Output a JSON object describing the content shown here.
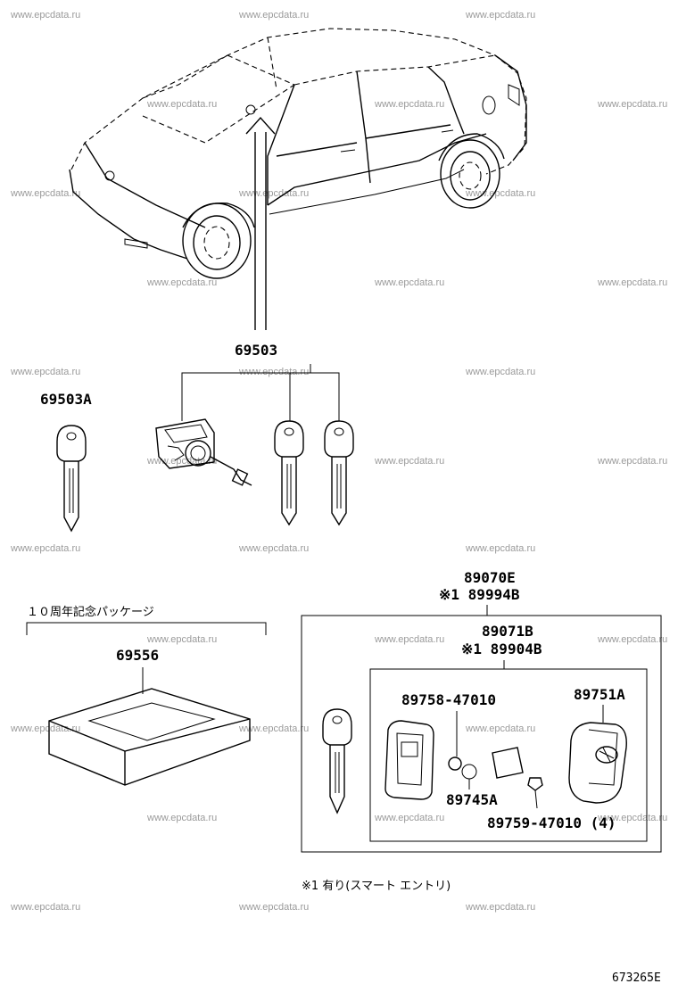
{
  "watermark": "www.epcdata.ru",
  "parts": {
    "p69503": "69503",
    "p69503A": "69503A",
    "p69556": "69556",
    "p89070E": "89070E",
    "p89994B": "※1 89994B",
    "p89071B": "89071B",
    "p89904B": "※1 89904B",
    "p89758": "89758-47010",
    "p89751A": "89751A",
    "p89745A": "89745A",
    "p89759": "89759-47010 (4)"
  },
  "package_caption": "１０周年記念パッケージ",
  "footnote": "※1 有り(スマート エントリ)",
  "drawing_number": "673265E",
  "icons": [
    "car-outline",
    "key-blade",
    "door-lock-cylinder",
    "smart-key-case",
    "battery-cell",
    "smart-key-fob",
    "screw",
    "gift-package"
  ]
}
